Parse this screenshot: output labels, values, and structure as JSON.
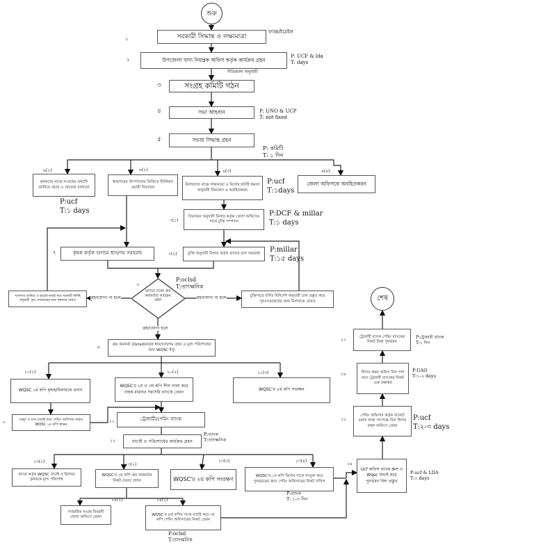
{
  "start": "শুরু",
  "end": "শেষ",
  "steps": {
    "s1": {
      "num": "১",
      "text": "সরকারী সিদ্ধান্ত ও লক্ষ্যমাত্রা",
      "note": "ফ্যাক্স/ইমেইল"
    },
    "s2": {
      "num": "২",
      "text": "উপজেলা খাদ্য নিয়ন্ত্রক অফিস কর্তৃক কার্যক্রম গ্রহন",
      "pt": "P: UCF & lda\nT: days",
      "note": "নীতিমালা অনুযায়ী"
    },
    "s3": {
      "num": "৩",
      "text": "সংগ্রহ কমিটি গঠন"
    },
    "s4": {
      "num": "৪",
      "text": "সভা আহবান",
      "pt": "P: UNO & UCP\nT: not fixed"
    },
    "s5": {
      "num": "৫",
      "text": "সভায় সিদ্ধান্ত গ্রহন",
      "pt": "P: কমিটি\nT: ১ দিন"
    },
    "s6_1": {
      "num": "৬(১)",
      "text": "কৃষকদের মাঝে সংগ্রহের তথ্যাদি জানিয়ে প্রচার ও প্রচারনা চালানো",
      "pt": "P:ucf\nT:১ days"
    },
    "s6_2": {
      "num": "৬(২)",
      "text": "ধান/গমের উৎপাদনের ভিত্তিতে ইউনিয়ন ওয়ারী বিভাজন"
    },
    "s6_3": {
      "num": "৬(৩)",
      "text": "মিলারদের মাঝে লক্ষ্যমাত্রা ও মিলের ছাটাই ক্ষমতা অনুযায়ী বিভাজন ও অবহিতকরন",
      "pt": "P:ucf\nT:১days"
    },
    "s6_4": {
      "num": "৬(৪)",
      "text": "জেলা অফিসকে অবহিতকরন"
    },
    "s7_1": {
      "num": "৭(১)",
      "text": "বিভাজন অনুযায়ী মিলার কর্তৃক জেলা অফিসের সাথে চুক্তি সম্পাদন",
      "pt": "P:DCF & millar\nT:১ days"
    },
    "s7": {
      "num": "৭",
      "text": "কৃষক কর্তৃক গুদামে ধান/গম সরবরাহ"
    },
    "s7_2": {
      "num": "৭(২)",
      "text": "চুক্তি অনুযায়ী মিলার কর্তৃক গুদামে চাল সরবরাহ",
      "pt": "P:millar\nT:১৫ days"
    },
    "s8": {
      "num": "৮",
      "text": "গুদামে চরের ক্রয় কর্মকর্তার কার্যক্রম গ্রহন",
      "pt": "P:oclsd\nT:তাৎক্ষনিক"
    },
    "reject_left": {
      "text": "খাদ্যশস্য শুকিয়ে ও ঝাড়াই-বাছাই করে সরকারী নির্দিষ্ট অনুযায়ী পুনঃ সরবরাহের জন্য কৃষককে ফেরত",
      "label": "গ্রহনযোগ্য না হলে"
    },
    "reject_right": {
      "text": "চুক্তিপত্রে বর্ণিত বিনির্দেশ অনুযায়ী চাল প্রস্তুত করে পুনঃসরবরাহের জন্য মিলারকে ফেরত",
      "label": "গ্রহনযোগ্য না হলে"
    },
    "accept_label": "গ্রহনযোগ্য হলে",
    "s9": {
      "num": "৯",
      "text": "ক্রয় কমকর্তা (Oclsd)কর্তৃক ধান/চাল/গম গ্রহন ও মূল্য পরিশোধের জন্য WQSC ইস্যু"
    },
    "s10_1": {
      "num": "১০(১)",
      "text": "WQSC ১ম কপি কৃষক/মিলারকে প্রদান"
    },
    "s10_2": {
      "num": "১০(২)",
      "text": "WQSC'র ২য় ও ৩য় কপি সীল গালা করে বাহক মারফত সরাসরি ব্যাংকে প্রেরন"
    },
    "s10_3": {
      "num": "১০(৩)",
      "text": "WQSC'র ৪র্থ কপি সংরক্ষন"
    },
    "s8b": {
      "num": "৮",
      "text": "মজুদ ও মান যাচাই করে পেমিং অফিসার কর্তৃক WQSC ১ম কপি স্বাক্ষর"
    },
    "s11": {
      "num": "১১",
      "text": "ট্রেজারী/পেমিং ব্যাংক"
    },
    "s12": {
      "num": "১২",
      "text": "যাচাই ও পরিশোধের কার্যক্রম গ্রহন",
      "pt": "P:ব্যাংক\nT:তাৎক্ষনিক"
    },
    "s13_1": {
      "num": "১৩(১)",
      "text": "ব্যাংক কর্তৃক WQSC যাচাই ও মিলার/কৃষককে মূল্য পরিশোধ"
    },
    "s13_2": {
      "num": "১৩(২)",
      "text": "WQSC'র ৩য় কপি ক্রয় কর্মকর্তার নিকট ফেরত প্রদান"
    },
    "s13_3": {
      "num": "১৩(৩)",
      "text": "WQSC'র ২য় কপি সংরক্ষণ"
    },
    "s13_4": {
      "num": "১৩(৪)",
      "text": "WQSC'র ১ম কপি বিলের সাথে সংযুক্ত করে পুনভরনের জন্য পেমিং অফিসারের নিকট দাখিল",
      "pt": "P:ব্যাংক\nT: ১-৩ দিন"
    },
    "s14_1": {
      "num": "১৪(১)",
      "text": "সাপ্তাহিক সংগ্রহ বিবরনী জেলা অফিসে প্রেরন"
    },
    "s14_2": {
      "num": "১৪(২)",
      "text": "WQSC'র ৪র্থ কপির সাথে যাচাই করে ৩য় কপি পেমিং অফিসারের নিকট প্রেরন",
      "pt": "P:oclsd\nT:তাৎক্ষনিক"
    },
    "s14": {
      "num": "১৪",
      "text": "Ucf অফিস ব্যাংক স্ক্রল ও Wqsc যাচাই করে পুনর্ভরন বিল প্রস্তুত",
      "pt": "P:ucf & LDA\nT:১ days"
    },
    "s15": {
      "num": "১৫",
      "text": "পেমিং অফিসার কর্তৃক বাজেট বরাদ্দ থাকা সাপেক্ষে বিল হিসাব রক্ষন অফিসে প্রেরন",
      "pt": "P:ucf\nT:২-৩ days"
    },
    "s16": {
      "num": "১৬",
      "text": "হিসাব রক্ষন অফিস বিল পাশ করে ট্রেজারী ব্যাংকের নিকট চেক হস্তান্তর",
      "pt": "P:UAO\nT:১-২ days"
    },
    "s17": {
      "num": "১৭",
      "text": "ট্রেজারী ব্যাংক পেমিং ব্যাংকের নিকট টাকা পুনর্ভরন",
      "pt": "P:ট্রেজারী ব্যাংক\nT:১ দিন"
    }
  }
}
